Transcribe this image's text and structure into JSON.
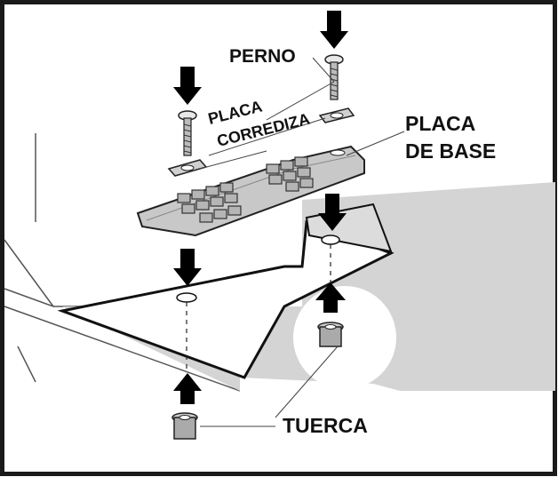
{
  "labels": {
    "bolt": "PERNO",
    "slide_plate_line1": "PLACA",
    "slide_plate_line2": "CORREDIZA",
    "base_plate_line1": "PLACA",
    "base_plate_line2": "DE BASE",
    "nut": "TUERCA"
  },
  "colors": {
    "border": "#1a1a1a",
    "surface_gray": "#d4d4d4",
    "panel_gray": "#dcdcdc",
    "plate_gray": "#c8c8c8",
    "arrow": "#000000",
    "highlight_circle": "#ffffff"
  }
}
